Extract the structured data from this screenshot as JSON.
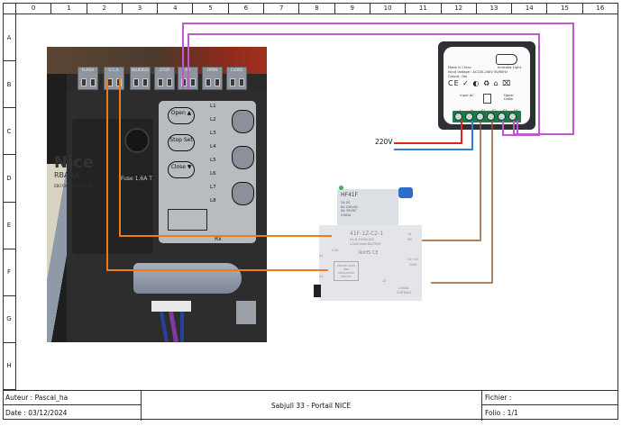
{
  "grid": {
    "columns": [
      "0",
      "1",
      "2",
      "3",
      "4",
      "5",
      "6",
      "7",
      "8",
      "9",
      "10",
      "11",
      "12",
      "13",
      "14",
      "15",
      "16"
    ],
    "rows": [
      "A",
      "B",
      "C",
      "D",
      "E",
      "F",
      "G",
      "H"
    ]
  },
  "cartouche": {
    "author": "Auteur : Pascal_ha",
    "date": "Date : 03/12/2024",
    "title": "Sabjull 33 - Portail NICE",
    "file": "Fichier :",
    "folio": "Folio : 1/1"
  },
  "nice_board": {
    "terminals": [
      "FLASH",
      "S.C.A.",
      "BLUEBUS",
      "STOP",
      "P.P.",
      "OPEN",
      "CLOSE"
    ],
    "buttons": [
      "Open ▲",
      "Stop Set",
      "Close ▼"
    ],
    "leds": [
      "L1",
      "L2",
      "L3",
      "L4",
      "L5",
      "L6",
      "L7",
      "L8"
    ],
    "brand": "Nice",
    "model": "RBA3/C",
    "serial": "EB0706 4870 REV.00",
    "fuse": "Fuse 1,6A T",
    "rx": "Rx"
  },
  "relay": {
    "top_brand": "HF41F",
    "top_specs": [
      "24-ZS",
      "6A 250VAC",
      "6A 30VDC",
      "CHINA"
    ],
    "model": "41F-1Z-C2-1",
    "specs": [
      "Un:6-24VAC/DC",
      "LOAD:max.6A/250V"
    ],
    "coil_label": "COIL",
    "coil_pins": [
      "A1",
      "A2"
    ],
    "no_label": "NO",
    "no_pin": "14",
    "com_label": "COM",
    "com_pin": "11+10",
    "nc_pin": "12",
    "circuit": [
      "PROTECTION",
      "AND",
      "INDICATION",
      "CIRCUIT"
    ],
    "certs": "RoHS  CE",
    "origin": "CHINA",
    "code": "2OE3N43"
  },
  "smart_module": {
    "made_in": "Made in China",
    "indicator": "Indicator Light",
    "input_voltage": "Input Voltage : AC100-240V 50/60Hz",
    "output": "Output : No",
    "group_input": "Input AC",
    "group_signal": "Signal Cable",
    "terminals": [
      "L",
      "N",
      "S1",
      "S2",
      "S3",
      "S4"
    ],
    "certs": "CE ✓ ◐ ♻ ⌂ ⌧"
  },
  "annotations": {
    "mains_label": "220V"
  },
  "colors": {
    "wire_live": "#e02424",
    "wire_neutral": "#2f7fd8",
    "wire_relay_contact": "#9a5a2a",
    "wire_pp": "#c058cf",
    "wire_sca": "#f07a1a"
  }
}
